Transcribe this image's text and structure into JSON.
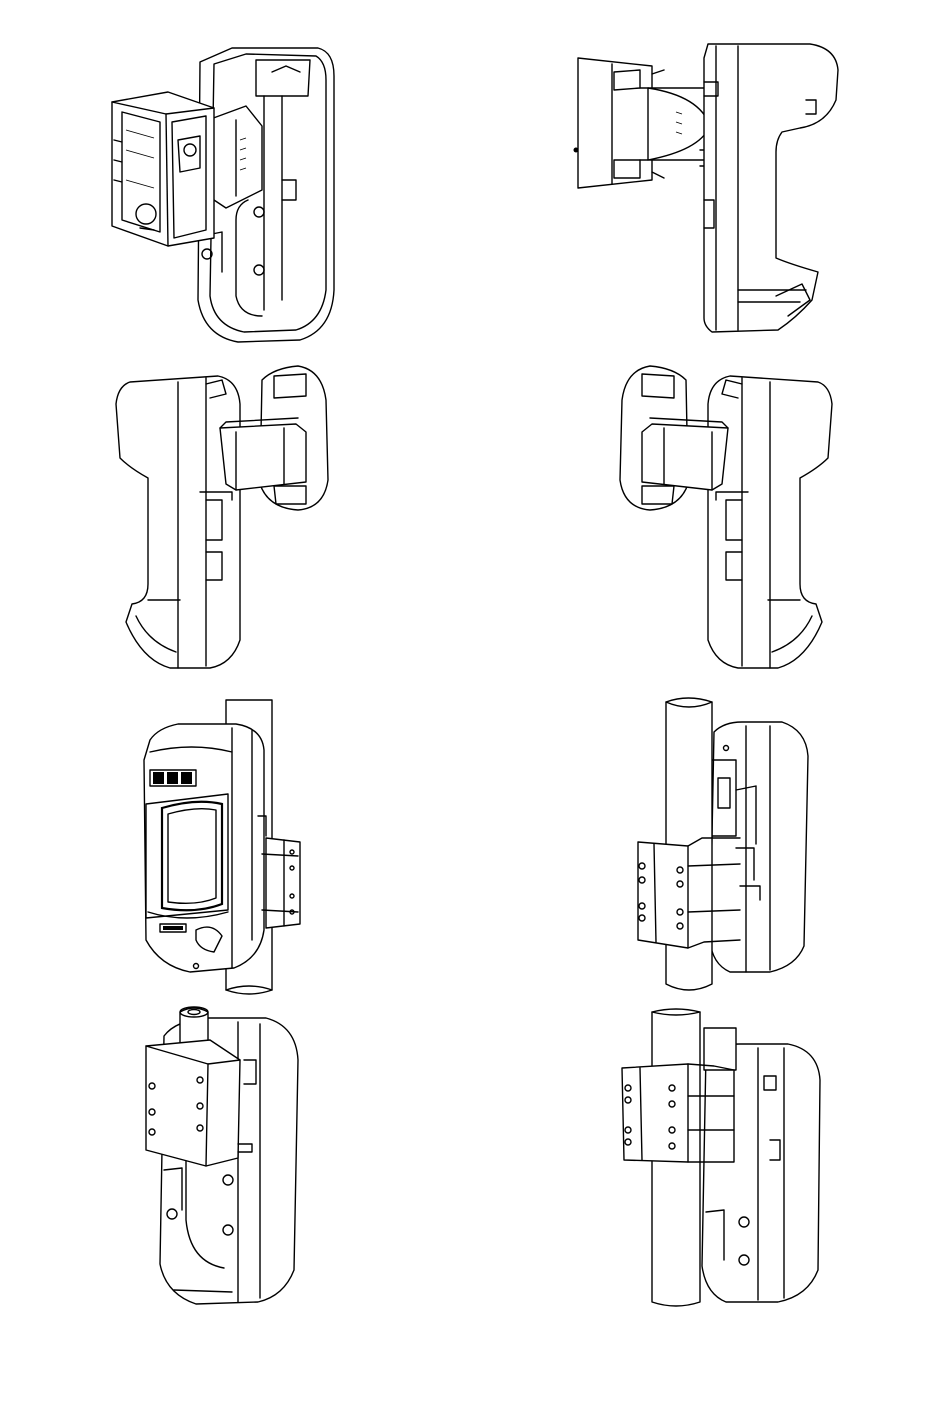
{
  "page": {
    "background": "#ffffff",
    "line_color": "#000000"
  },
  "figures": [
    {
      "id": "fig-1",
      "icon": "detector-with-wall-box-icon"
    },
    {
      "id": "fig-2",
      "icon": "detector-side-bracket-icon"
    },
    {
      "id": "fig-3",
      "icon": "detector-bracket-right-icon"
    },
    {
      "id": "fig-4",
      "icon": "detector-bracket-left-icon"
    },
    {
      "id": "fig-5",
      "icon": "detector-pole-front-icon"
    },
    {
      "id": "fig-6",
      "icon": "detector-pole-rear-icon"
    },
    {
      "id": "fig-7",
      "icon": "detector-pole-top-icon"
    },
    {
      "id": "fig-8",
      "icon": "detector-pole-clamp-icon"
    }
  ]
}
